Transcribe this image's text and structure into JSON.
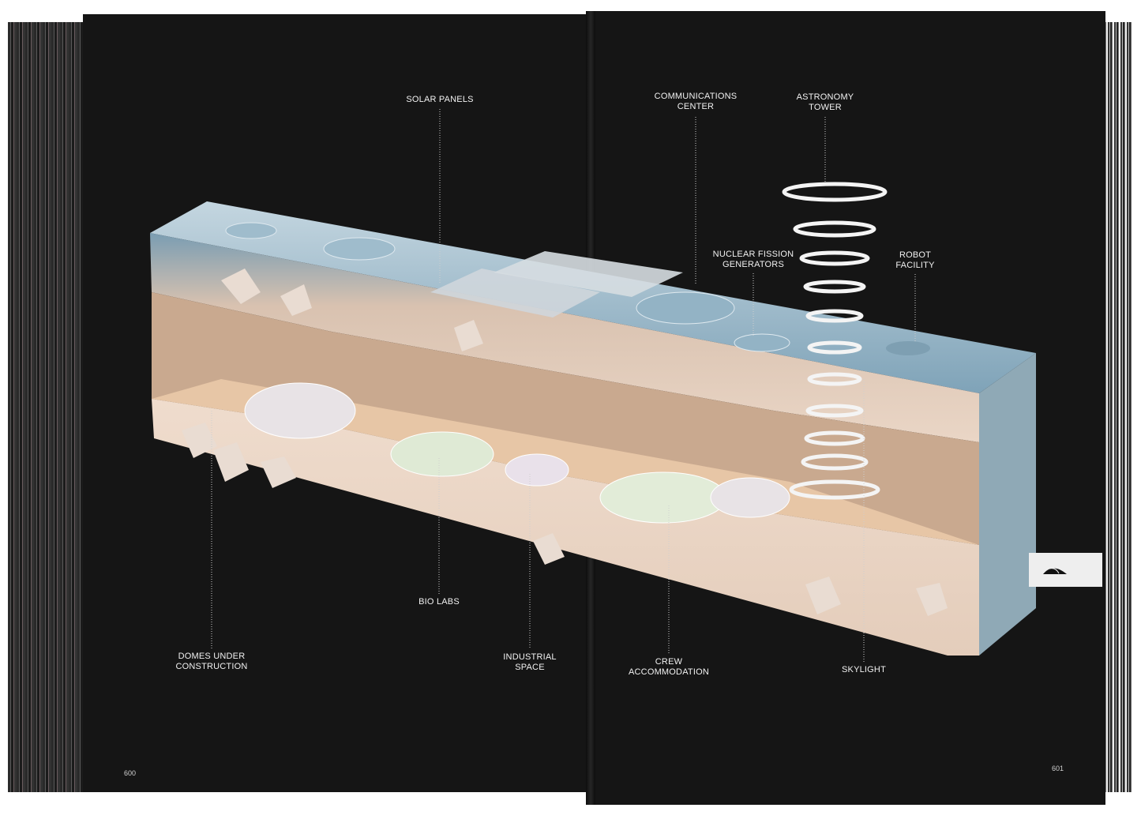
{
  "labels": {
    "solar_panels": "SOLAR PANELS",
    "communications_center": [
      "COMMUNICATIONS",
      "CENTER"
    ],
    "astronomy_tower": [
      "ASTRONOMY",
      "TOWER"
    ],
    "nuclear_fission_generators": [
      "NUCLEAR FISSION",
      "GENERATORS"
    ],
    "robot_facility": [
      "ROBOT",
      "FACILITY"
    ],
    "domes_under_construction": [
      "DOMES UNDER",
      "CONSTRUCTION"
    ],
    "bio_labs": "BIO LABS",
    "industrial_space": [
      "INDUSTRIAL",
      "SPACE"
    ],
    "crew_accommodation": [
      "CREW",
      "ACCOMMODATION"
    ],
    "skylight": "SKYLIGHT"
  },
  "page_numbers": {
    "left": "600",
    "right": "601"
  },
  "chapter_tab_icon": "dome-icon",
  "colors": {
    "page": "#151515",
    "surface": "#a9c3d2",
    "rock": "#e6cdb8",
    "label": "#f2f2f2"
  }
}
